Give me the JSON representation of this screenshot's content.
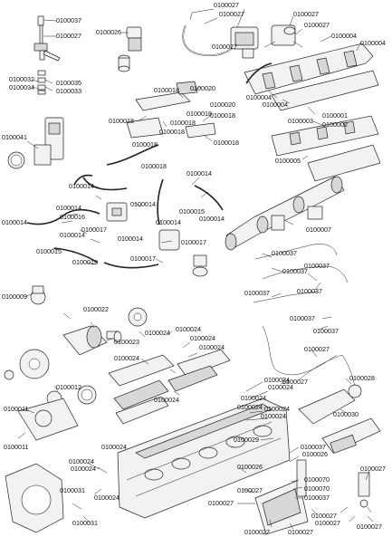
{
  "diagram": {
    "labels": [
      "0100037",
      "0100027",
      "0100026",
      "0100032",
      "0100034",
      "0100035",
      "0100033",
      "0100027",
      "0100027",
      "0100027",
      "0100027",
      "0100004",
      "0100004",
      "0100027",
      "0100004",
      "0100004",
      "0100003",
      "0100001",
      "0100002",
      "0100005",
      "0100018",
      "0100020",
      "0100018",
      "0100020",
      "0100018",
      "0100018",
      "0100018",
      "0100018",
      "0100018",
      "0100018",
      "0100018",
      "0100041",
      "0100014",
      "0100014",
      "0100014",
      "0100014",
      "0100015",
      "0100014",
      "0100014",
      "0100016",
      "0100014",
      "0100014",
      "0100017",
      "0100014",
      "0100017",
      "0100017",
      "0100015",
      "0100019",
      "0100007",
      "0100037",
      "0100037",
      "0100037",
      "0100037",
      "0100037",
      "0100009",
      "0100022",
      "0100024",
      "0100024",
      "0100024",
      "0100023",
      "0100024",
      "0100024",
      "0100024",
      "0100037",
      "0100037",
      "0100027",
      "0100012",
      "0100011",
      "0100011",
      "0100024",
      "0100024",
      "0100024",
      "0100024",
      "0100024",
      "0100024",
      "0100028",
      "0100027",
      "0100030",
      "0100029",
      "0100024",
      "0100037",
      "0100026",
      "0100024",
      "0100024",
      "0100024",
      "0100031",
      "0100031",
      "0100026",
      "0100027",
      "0100070",
      "0100070",
      "0100037",
      "0100027",
      "0100027",
      "0100027",
      "0100027",
      "0100027",
      "0100027",
      "0100027"
    ]
  }
}
